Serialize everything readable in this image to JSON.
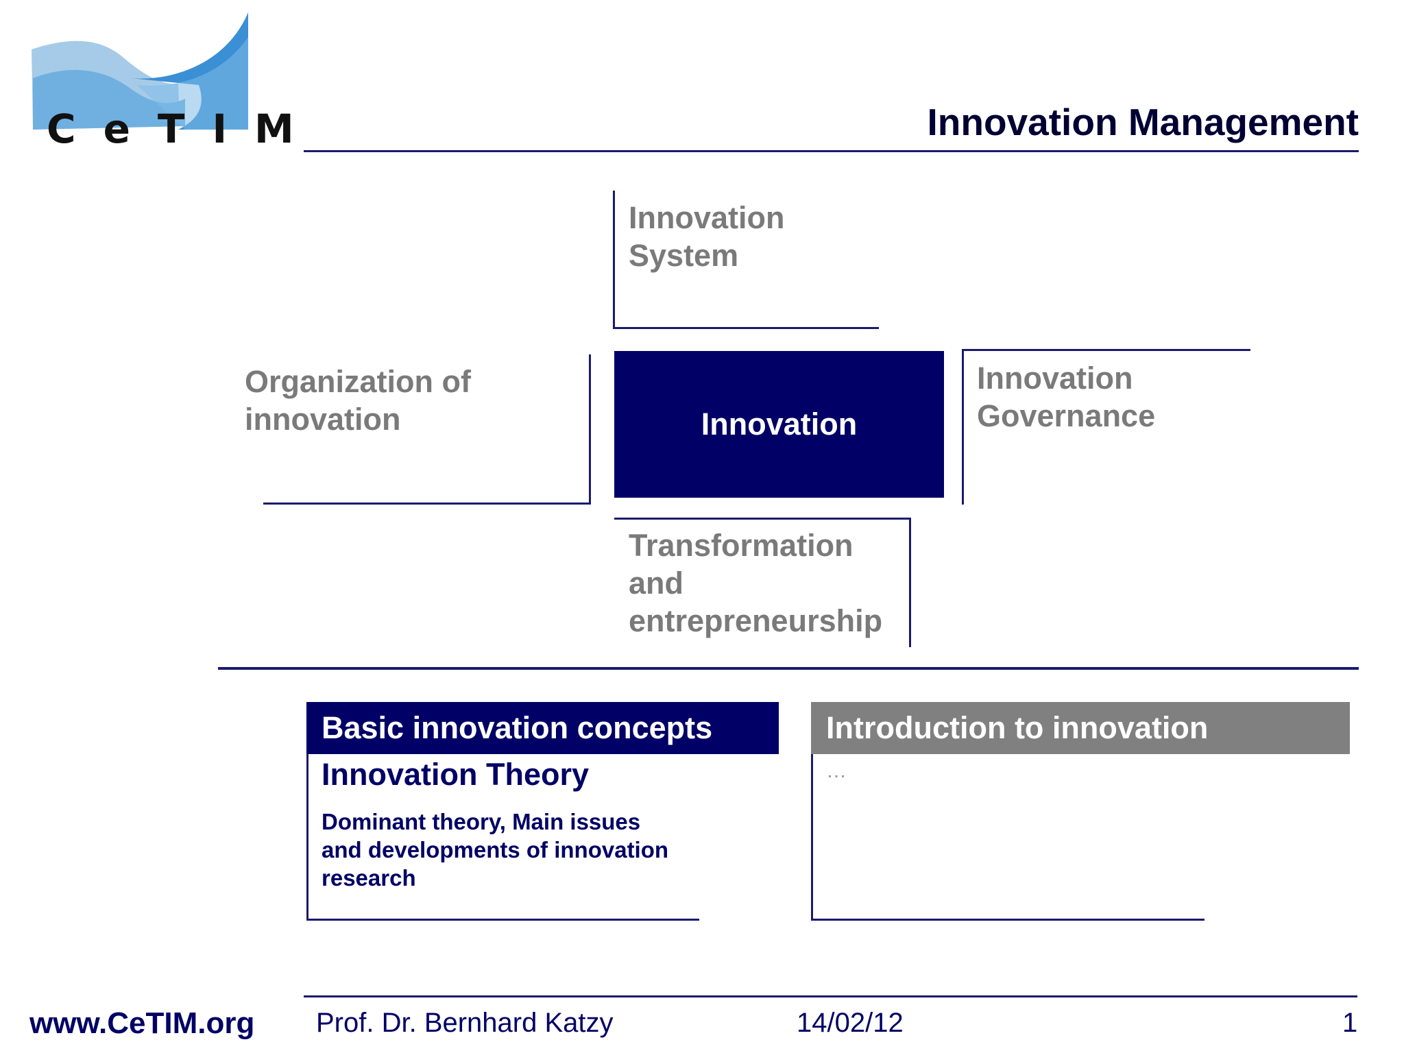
{
  "header": {
    "logo_text": "CeTIM",
    "title": "Innovation Management"
  },
  "diagram": {
    "center": "Innovation",
    "top": [
      "Innovation",
      "System"
    ],
    "left": [
      "Organization of",
      "innovation"
    ],
    "right": [
      "Innovation",
      "Governance"
    ],
    "bottom": [
      "Transformation",
      "and",
      "entrepreneurship"
    ]
  },
  "cards": [
    {
      "header": "Basic innovation concepts",
      "subtitle": "Innovation Theory",
      "description": [
        "Dominant theory, Main issues",
        "and developments of innovation",
        "research"
      ]
    },
    {
      "header": "Introduction to innovation",
      "placeholder": "…"
    }
  ],
  "footer": {
    "url": "www.CeTIM.org",
    "author": "Prof. Dr. Bernhard Katzy",
    "date": "14/02/12",
    "page": "1"
  },
  "colors": {
    "navy": "#000066",
    "grey_header": "#808080",
    "label_grey": "#7a7a7a",
    "logo_light_blue": "#a6cbe8",
    "logo_blue": "#3b8fd4"
  }
}
